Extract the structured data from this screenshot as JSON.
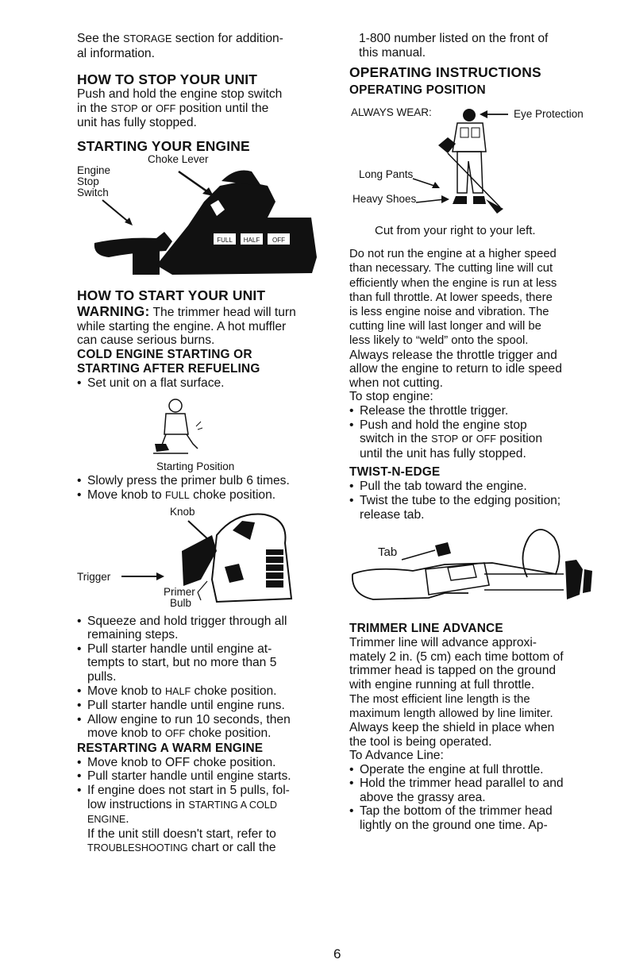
{
  "left": {
    "storage_line1a": "See the ",
    "storage_sc": "STORAGE",
    "storage_line1b": " section for addition-",
    "storage_line2": "al information.",
    "h_stop": "HOW TO STOP YOUR UNIT",
    "stop_p1": "Push and hold the engine stop switch",
    "stop_p2a": "in the ",
    "stop_sc1": "STOP",
    "stop_p2b": " or ",
    "stop_sc2": "OFF",
    "stop_p2c": " position until the",
    "stop_p3": "unit has fully stopped.",
    "h_starting": "STARTING YOUR ENGINE",
    "fig1": {
      "engine": "Engine",
      "stop": "Stop",
      "switch": "Switch",
      "choke_lever": "Choke Lever",
      "full": "FULL",
      "half": "HALF",
      "off": "OFF"
    },
    "h_start": "HOW TO START YOUR UNIT",
    "warning_label": "WARNING:",
    "warning_l1": " The trimmer head will turn",
    "warning_l2": "while starting the engine. A hot muffler",
    "warning_l3": "can cause serious burns.",
    "h_cold1": "COLD ENGINE STARTING OR",
    "h_cold2": "STARTING AFTER REFUELING",
    "set_flat": "Set unit on a flat surface.",
    "starting_position": "Starting Position",
    "primer": "Slowly press the primer bulb 6 times.",
    "move_full_a": "Move knob to ",
    "move_full_sc": "FULL",
    "move_full_b": " choke position.",
    "fig2": {
      "knob": "Knob",
      "trigger": "Trigger",
      "primer": "Primer",
      "bulb": "Bulb"
    },
    "squeeze1": "Squeeze and hold trigger through all",
    "squeeze2": "remaining steps.",
    "pull1": "Pull starter handle until engine at-",
    "pull2": "tempts to start, but no more than 5",
    "pull3": "pulls.",
    "half_a": "Move knob to ",
    "half_sc": "HALF",
    "half_b": " choke position.",
    "pull_runs": "Pull starter handle until engine runs.",
    "allow1": "Allow engine to run 10 seconds, then",
    "allow2a": "move knob to ",
    "allow2_sc": "OFF",
    "allow2b": " choke position.",
    "h_warm": "RESTARTING A WARM ENGINE",
    "warm_off": "Move knob to OFF choke position.",
    "warm_pull": "Pull starter handle until engine starts.",
    "notstart1": "If engine does not start in 5 pulls, fol-",
    "notstart2a": "low instructions in ",
    "notstart2_sc": "STARTING A COLD",
    "notstart3_sc": "ENGINE",
    "notstart3b": ".",
    "still1": "If the unit still doesn't start, refer to",
    "still2_sc": "TROUBLESHOOTING",
    "still2b": " chart or call the"
  },
  "right": {
    "cont1": "1-800 number listed on the front of",
    "cont2": "this manual.",
    "h_operating": "OPERATING INSTRUCTIONS",
    "h_position": "OPERATING POSITION",
    "fig3": {
      "always_wear": "ALWAYS WEAR:",
      "eye_protection": "Eye Protection",
      "long_pants": "Long Pants",
      "heavy_shoes": "Heavy Shoes",
      "caption": "Cut from your right to your left."
    },
    "para1": [
      "Do not run the engine at a higher speed",
      "than necessary. The cutting line will cut",
      "efficiently when the engine is run at less",
      "than full throttle. At lower speeds, there",
      "is less engine noise and vibration. The",
      "cutting line will last longer and will be",
      "less likely to “weld” onto the spool."
    ],
    "para2": [
      "Always release the throttle trigger and",
      "allow the engine to return to idle speed",
      "when not cutting."
    ],
    "to_stop": "To stop engine:",
    "release": "Release the throttle trigger.",
    "push1": "Push and hold the engine stop",
    "push2a": "switch in the ",
    "push2_sc1": "STOP",
    "push2b": " or ",
    "push2_sc2": "OFF",
    "push2c": " position",
    "push3": "until the unit has fully stopped.",
    "h_twist": "TWIST-N-EDGE",
    "twist_pull": "Pull the tab toward the engine.",
    "twist1": "Twist the tube to the edging position;",
    "twist2": "release tab.",
    "fig4": {
      "tab": "Tab"
    },
    "h_advance": "TRIMMER LINE ADVANCE",
    "adv": [
      "Trimmer line will advance approxi-",
      "mately 2 in. (5 cm) each time bottom of",
      "trimmer head is tapped on the ground",
      "with engine running at full throttle."
    ],
    "eff": [
      "The most efficient line length is the",
      "maximum length allowed by line limiter."
    ],
    "shield": [
      "Always keep the shield in place when",
      "the tool is being operated."
    ],
    "to_advance": "To Advance Line:",
    "op_full": "Operate the engine at full throttle.",
    "hold1": "Hold the trimmer head parallel to and",
    "hold2": "above the grassy area.",
    "tap1": "Tap the bottom of the trimmer head",
    "tap2": "lightly on the ground one time. Ap-"
  },
  "page_number": "6"
}
